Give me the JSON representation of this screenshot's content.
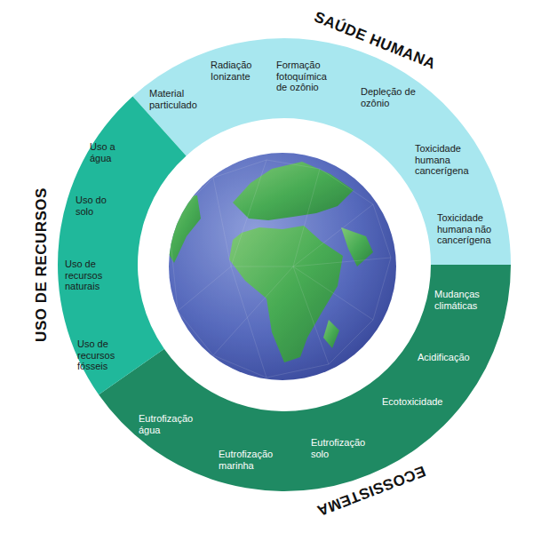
{
  "diagram": {
    "nodes": [
      {
        "text": [
          "SAÚDE HUMANA",
          "Material particulado",
          "Radiação Ionizante",
          "Formação fotoquímica de ozônio",
          "Depleção de ozônio",
          "Toxicidade humana cancerígena",
          "Toxicidade humana não cancerígena"
        ]
      },
      {
        "text": [
          "ECOSSISTEMA",
          "Mudanças climáticas",
          "Acidificação",
          "Ecotoxicidade",
          "Eutrofização solo",
          "Eutrofização marinha",
          "Eutrofização água"
        ]
      },
      {
        "text": [
          "USO DE RECURSOS",
          "Uso a água",
          "Uso do solo",
          "Uso de recursos naturais",
          "Uso de recursos fósseis"
        ]
      }
    ]
  }
}
